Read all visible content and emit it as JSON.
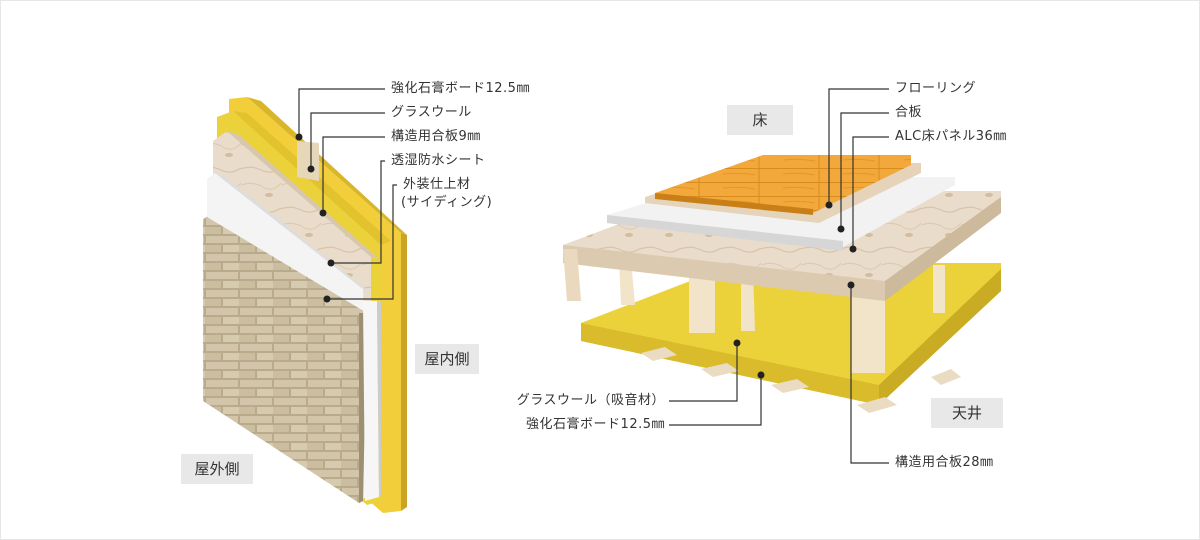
{
  "wall": {
    "labels": [
      "強化石膏ボード12.5㎜",
      "グラスウール",
      "構造用合板9㎜",
      "透湿防水シート",
      "外装仕上材",
      "(サイディング)"
    ],
    "tags": {
      "interior": "屋内側",
      "exterior": "屋外側"
    }
  },
  "floor": {
    "labels_top": [
      "フローリング",
      "合板",
      "ALC床パネル36㎜"
    ],
    "labels_left": [
      "グラスウール（吸音材）",
      "強化石膏ボード12.5㎜"
    ],
    "label_bottom": "構造用合板28㎜",
    "tags": {
      "floor": "床",
      "ceiling": "天井"
    }
  },
  "colors": {
    "gypsum": "#f2cf3a",
    "insulation": "#ecd23a",
    "plywood": "#e7d8c6",
    "membrane": "#f4f4f4",
    "brick": "#c9bba0",
    "flooring": "#f0a52a",
    "leader": "#333333"
  }
}
